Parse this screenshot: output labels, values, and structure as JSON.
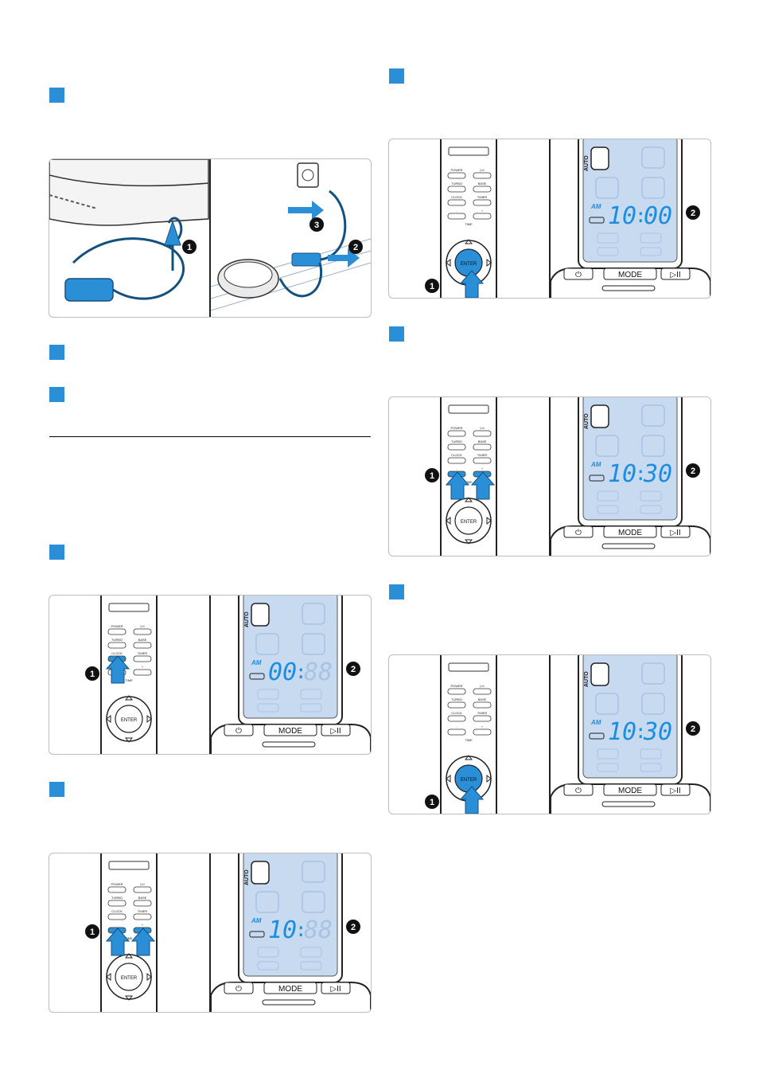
{
  "labels": {
    "enter": "ENTER",
    "mode": "MODE",
    "auto": "AUTO",
    "power": "POWER",
    "turbo": "TURBO",
    "base": "BASE",
    "clock": "CLOCK",
    "timer": "TIMER",
    "time": "TIME",
    "am": "AM",
    "callout_1": "1",
    "callout_2": "2",
    "callout_3": "3",
    "play_pause": "▷II",
    "power_symbol": "⏻"
  },
  "displays": {
    "step_clock": {
      "hours": "00",
      "minutes": "88"
    },
    "step_hours": {
      "hours": "10",
      "minutes": "88"
    },
    "step_enter1": {
      "hours": "10",
      "minutes": "00"
    },
    "step_minutes": {
      "hours": "10",
      "minutes": "30"
    },
    "step_enter2": {
      "hours": "10",
      "minutes": "30"
    }
  },
  "colors": {
    "accent": "#2a8fd6",
    "lcd_bg": "#c7daf0",
    "lcd_digits": "#1c8de0",
    "lcd_ghost": "#a9c3e2"
  }
}
